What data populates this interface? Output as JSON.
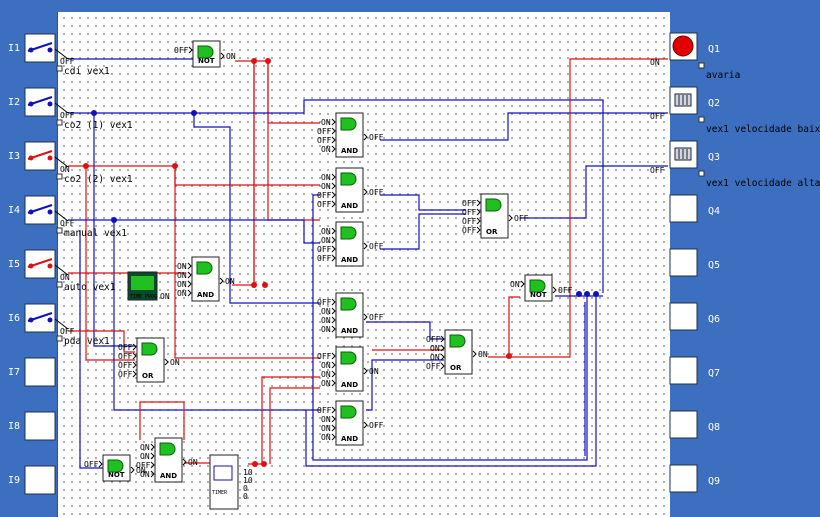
{
  "inputs": [
    {
      "id": "I1",
      "label": "cdi vex1",
      "state": "OFF",
      "active": false
    },
    {
      "id": "I2",
      "label": "co2 (1) vex1",
      "state": "OFF",
      "active": false
    },
    {
      "id": "I3",
      "label": "co2 (2) vex1",
      "state": "ON",
      "active": true
    },
    {
      "id": "I4",
      "label": "manual vex1",
      "state": "OFF",
      "active": false
    },
    {
      "id": "I5",
      "label": "auto vex1",
      "state": "ON",
      "active": true
    },
    {
      "id": "I6",
      "label": "pda vex1",
      "state": "OFF",
      "active": false
    },
    {
      "id": "I7",
      "label": "",
      "state": "",
      "active": false
    },
    {
      "id": "I8",
      "label": "",
      "state": "",
      "active": false
    },
    {
      "id": "I9",
      "label": "",
      "state": "",
      "active": false
    }
  ],
  "outputs": [
    {
      "id": "Q1",
      "label": "avaria",
      "state": "ON",
      "type": "lamp"
    },
    {
      "id": "Q2",
      "label": "vex1 velocidade baixa",
      "state": "OFF",
      "type": "motor"
    },
    {
      "id": "Q3",
      "label": "vex1 velocidade alta",
      "state": "OFF",
      "type": "motor"
    },
    {
      "id": "Q4",
      "label": "",
      "state": "",
      "type": "none"
    },
    {
      "id": "Q5",
      "label": "",
      "state": "",
      "type": "none"
    },
    {
      "id": "Q6",
      "label": "",
      "state": "",
      "type": "none"
    },
    {
      "id": "Q7",
      "label": "",
      "state": "",
      "type": "none"
    },
    {
      "id": "Q8",
      "label": "",
      "state": "",
      "type": "none"
    },
    {
      "id": "Q9",
      "label": "",
      "state": "",
      "type": "none"
    }
  ],
  "gates": [
    {
      "key": "not1",
      "type": "NOT",
      "inputs": [
        "OFF"
      ],
      "output": "ON"
    },
    {
      "key": "and1",
      "type": "AND",
      "inputs": [
        "ON",
        "OFF",
        "OFF",
        "ON"
      ],
      "output": "OFF"
    },
    {
      "key": "and2",
      "type": "AND",
      "inputs": [
        "ON",
        "ON",
        "OFF",
        "OFF"
      ],
      "output": "OFF"
    },
    {
      "key": "and3",
      "type": "AND",
      "inputs": [
        "ON",
        "ON",
        "OFF",
        "OFF"
      ],
      "output": "OFF"
    },
    {
      "key": "or1",
      "type": "OR",
      "inputs": [
        "OFF",
        "OFF",
        "OFF",
        "OFF"
      ],
      "output": "OFF"
    },
    {
      "key": "and4",
      "type": "AND",
      "inputs": [
        "ON",
        "ON",
        "ON",
        "ON"
      ],
      "output": "ON"
    },
    {
      "key": "not2",
      "type": "NOT",
      "inputs": [
        "ON"
      ],
      "output": "OFF"
    },
    {
      "key": "and5",
      "type": "AND",
      "inputs": [
        "OFF",
        "ON",
        "ON",
        "ON"
      ],
      "output": "OFF"
    },
    {
      "key": "and6",
      "type": "AND",
      "inputs": [
        "OFF",
        "ON",
        "ON",
        "ON"
      ],
      "output": "ON"
    },
    {
      "key": "and7",
      "type": "AND",
      "inputs": [
        "OFF",
        "ON",
        "ON",
        "ON"
      ],
      "output": "OFF"
    },
    {
      "key": "or2",
      "type": "OR",
      "inputs": [
        "OFF",
        "ON",
        "ON",
        "OFF"
      ],
      "output": "ON"
    },
    {
      "key": "or3",
      "type": "OR",
      "inputs": [
        "OFF",
        "OFF",
        "OFF",
        "OFF"
      ],
      "output": "ON"
    },
    {
      "key": "not3",
      "type": "NOT",
      "inputs": [
        "OFF"
      ],
      "output": "ON"
    },
    {
      "key": "and8",
      "type": "AND",
      "inputs": [
        "ON",
        "ON",
        "OFF",
        "ON"
      ],
      "output": "ON"
    }
  ],
  "special_blocks": [
    {
      "key": "status_block",
      "text": "TIME PROG",
      "output": "ON"
    },
    {
      "key": "timer_block",
      "text": "TIMER",
      "values": [
        "10",
        "10",
        "0",
        "0"
      ]
    }
  ],
  "colors": {
    "background": "#3d6fc0",
    "canvas": "#ffffff",
    "wire_on": "#e01010",
    "wire_off": "#1010c0",
    "gate_icon": "#20c020",
    "lamp_on": "#e00000"
  }
}
